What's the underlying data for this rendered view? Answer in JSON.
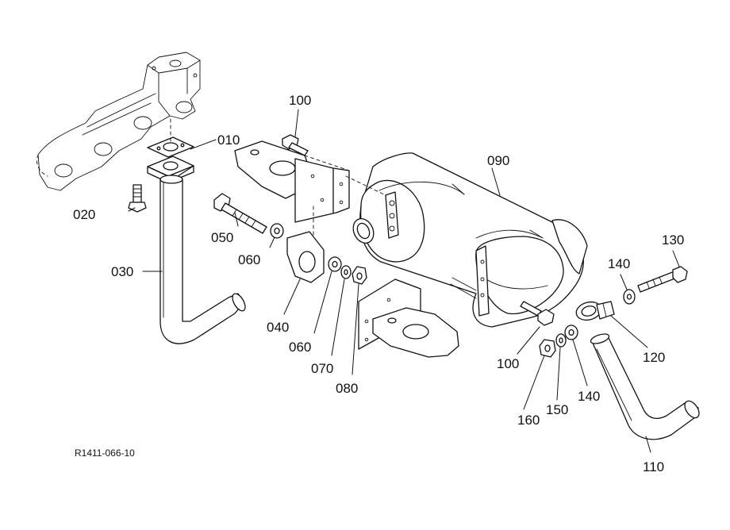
{
  "drawing_ref": "R1411-066-10",
  "callouts": {
    "p010": "010",
    "p020": "020",
    "p030": "030",
    "p040": "040",
    "p050": "050",
    "p060a": "060",
    "p060b": "060",
    "p070": "070",
    "p080": "080",
    "p090": "090",
    "p100a": "100",
    "p100b": "100",
    "p110": "110",
    "p120": "120",
    "p130": "130",
    "p140a": "140",
    "p140b": "140",
    "p150": "150",
    "p160": "160"
  }
}
